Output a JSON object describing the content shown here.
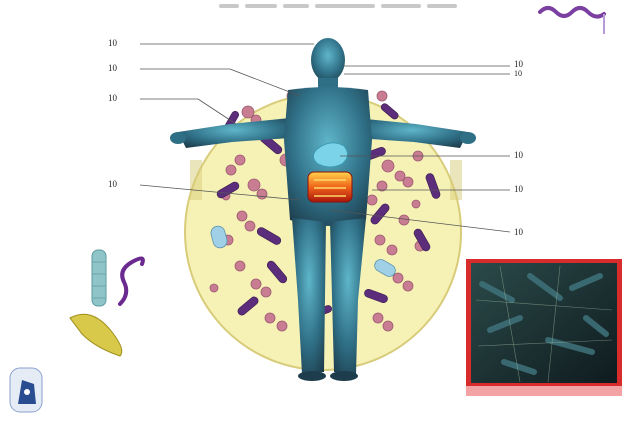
{
  "labels": {
    "head": "10",
    "upper_left_1": "10",
    "upper_left_2": "10",
    "mouth_right_a": "10",
    "mouth_right_b": "10",
    "stomach_right": "10",
    "left_mid": "10",
    "right_mid": "10",
    "gut_right": "10"
  },
  "credit": "",
  "colors": {
    "disc_fill": "#f6f2b6",
    "disc_stroke": "#d8cc7a",
    "body": "#2f6f86",
    "body_light": "#4aa3b8",
    "cocci": "#c97d92",
    "rods": "#5c2d7a",
    "gut": "#e04a1a",
    "inset_border": "#d82b2b",
    "inset_bg": "#1b2a2c"
  },
  "icons": [
    "spirochete-icon",
    "rod-bacterium-icon",
    "curved-bacterium-icon",
    "pill-icon",
    "logo-icon"
  ]
}
